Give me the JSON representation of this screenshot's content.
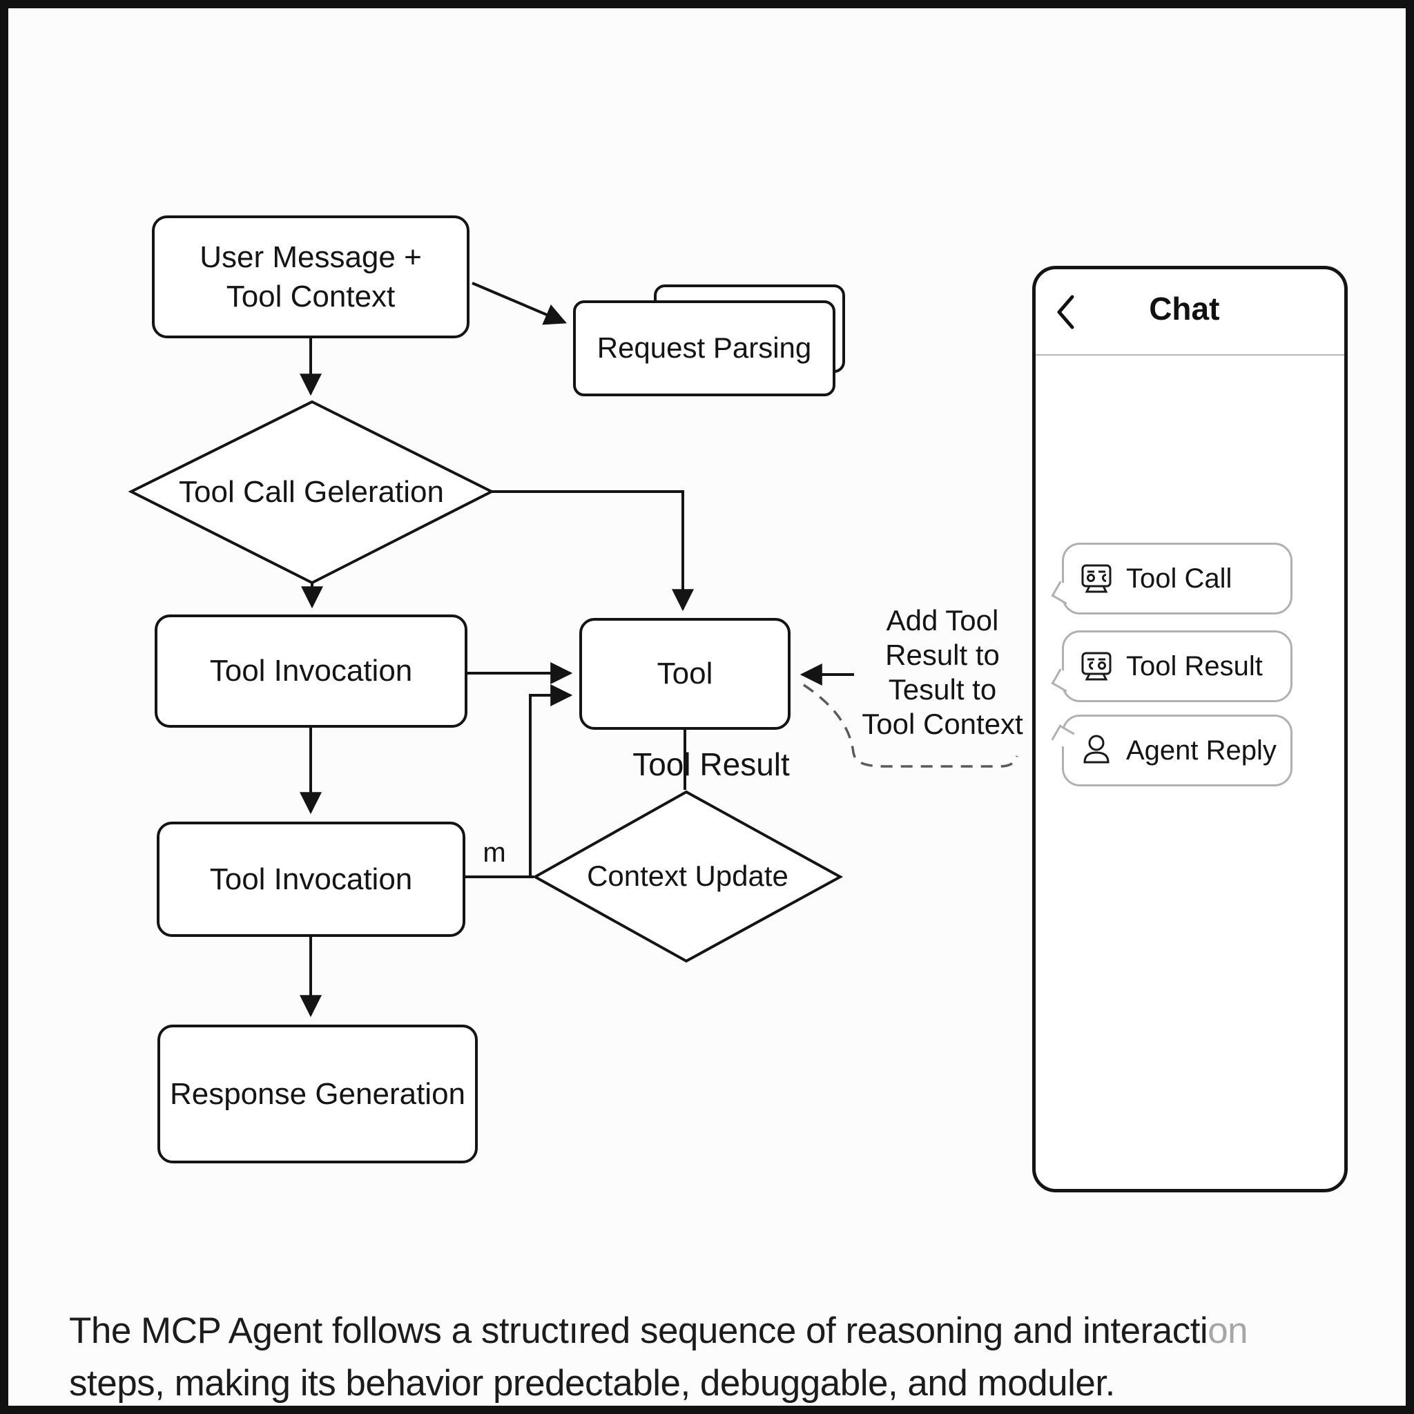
{
  "flowchart": {
    "user_message": "User Message +\nTool Context",
    "request_parsing": "Request Parsing",
    "tool_call_generation": "Tool Call Geleration",
    "tool_invocation_1": "Tool Invocation",
    "tool": "Tool",
    "tool_result": "Tool Result",
    "loop_label": "m",
    "context_update": "Context Update",
    "tool_invocation_2": "Tool Invocation",
    "response_generation": "Response Generation",
    "annotation": "Add Tool\nResult to\nTesult to\nTool Context"
  },
  "chat": {
    "title": "Chat",
    "back_icon": "chevron-left",
    "bubbles": [
      {
        "icon": "computer-monitor",
        "label": "Tool Call"
      },
      {
        "icon": "computer-monitor",
        "label": "Tool Result"
      },
      {
        "icon": "person",
        "label": "Agent Reply"
      }
    ]
  },
  "caption": {
    "line1": "The MCP Agent follows a structıred sequence of reasoning and interacti",
    "line1_faded": "on",
    "line2": "steps, making its behavior predectable, debuggable, and moduler."
  },
  "colors": {
    "line": "#141414",
    "bubble_border": "#b0b0b0",
    "divider": "#b7b7b7",
    "faded_text": "#a6a6a6",
    "background": "#fcfcfc"
  }
}
